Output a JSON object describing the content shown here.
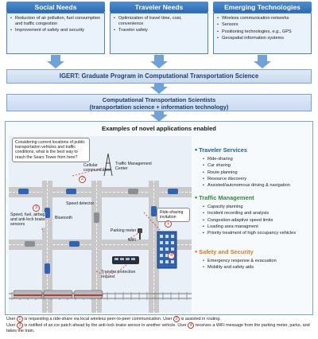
{
  "needs": [
    {
      "title": "Social Needs",
      "items": [
        "Reduction of air pollution, fuel consumption and traffic congestion",
        "Improvement of safety and security"
      ]
    },
    {
      "title": "Traveler Needs",
      "items": [
        "Optimization of travel time, cost, convenience",
        "Traveler safety"
      ]
    },
    {
      "title": "Emerging Technologies",
      "items": [
        "Wireless communication networks",
        "Sensors",
        "Positioning technologies, e.g., GPS",
        "Geospatial information systems"
      ]
    }
  ],
  "igert_banner": "IGERT: Graduate Program in Computational Transportation Science",
  "scientists_banner": {
    "line1": "Computational Transportation Scientists",
    "line2": "(transportation science + information technology)"
  },
  "apps_title": "Examples of novel applications enabled",
  "map": {
    "query_callout": "Considering current locations of public transportation vehicles and traffic conditions, what is the best way to reach the Sears Tower from here?",
    "cellular": "Cellular communication",
    "tmc": "Traffic Management Center",
    "speed_detector": "Speed detector",
    "ridesharing_invitation": "Ride-sharing invitation",
    "sensors": "Speed, fuel, airbag and anti-lock brake sensors",
    "bluetooth": "Bluetooth",
    "parking_meter": "Parking meter",
    "wifi": "WiFi",
    "transfer": "Transfer protection request",
    "markers": [
      "1",
      "2",
      "3",
      "4"
    ]
  },
  "services": [
    {
      "title": "Traveler Services",
      "color": "#1f5fae",
      "items": [
        "Ride-sharing",
        "Car sharing",
        "Route planning",
        "Resource discovery",
        "Assisted/autonomous driving & navigation"
      ]
    },
    {
      "title": "Traffic Management",
      "color": "#2e8b3d",
      "items": [
        "Capacity planning",
        "Incident recording and analysis",
        "Congestion-adaptive speed limits",
        "Loading area managment",
        "Priority treatment of high occupancy vehicles"
      ]
    },
    {
      "title": "Safety and Security",
      "color": "#e07b1a",
      "items": [
        "Emergency response & evacuation",
        "Mobility and safety aids"
      ]
    }
  ],
  "caption": {
    "user": "User",
    "part_a": "is requesting a ride-share via local wireless peer-to-peer communication. User",
    "part_b": "is assisted in routing.",
    "part_c": "is notified of an ice patch ahead by the anti-lock brake sensor in another vehicle. User",
    "part_d": "receives a WiFi message from the parking meter, parks, and takes the train."
  }
}
